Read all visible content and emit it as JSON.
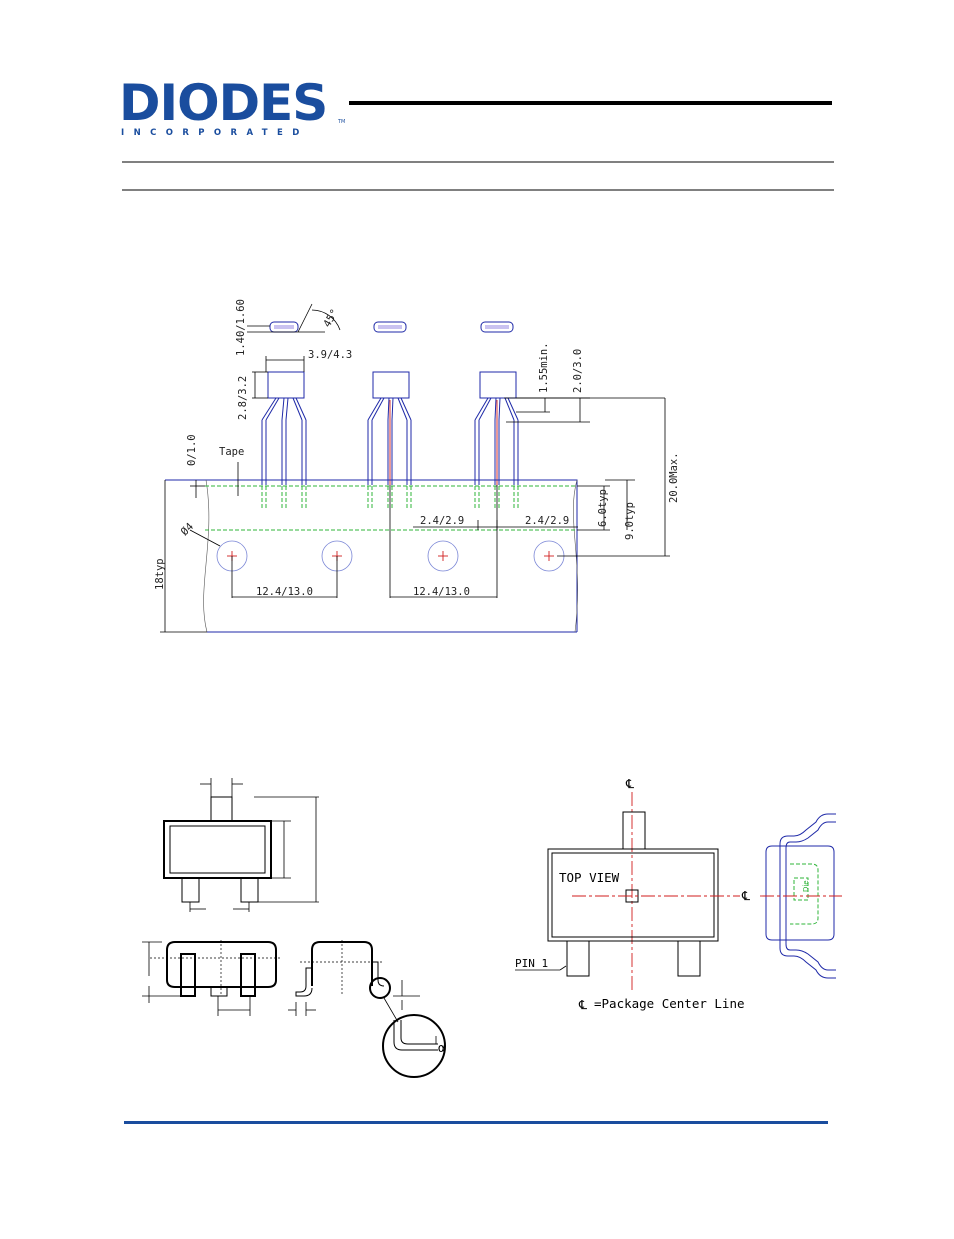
{
  "logo": {
    "name": "DIODES",
    "sub": "INCORPORATED",
    "tm": "TM"
  },
  "colors": {
    "brand": "#1a4d9e",
    "outline": "#1f2aa8",
    "tape_dash": "#2fb53a",
    "centerline": "#d21d1d"
  },
  "tape_drawing": {
    "dims": {
      "lead_thickness": "1.40/1.60",
      "body_width": "3.9/4.3",
      "angle": "45°",
      "body_height": "2.8/3.2",
      "min_height": "1.55min.",
      "lead_length": "2.0/3.0",
      "offset": "0/1.0",
      "tape_label": "Tape",
      "max_height": "20.0Max.",
      "typ_6": "6.0typ",
      "typ_9": "9.0typ",
      "typ_18": "18typ",
      "hole_dia": "Ø4",
      "pitch_a": "2.4/2.9",
      "pitch_b": "2.4/2.9",
      "span_a": "12.4/13.0",
      "span_b": "12.4/13.0"
    }
  },
  "package_drawing": {
    "top_view_label": "TOP VIEW",
    "pin1_label": "PIN 1",
    "centerline_symbol": "℄",
    "legend": "=Package Center Line",
    "die_label": "Die",
    "alpha": "α"
  }
}
